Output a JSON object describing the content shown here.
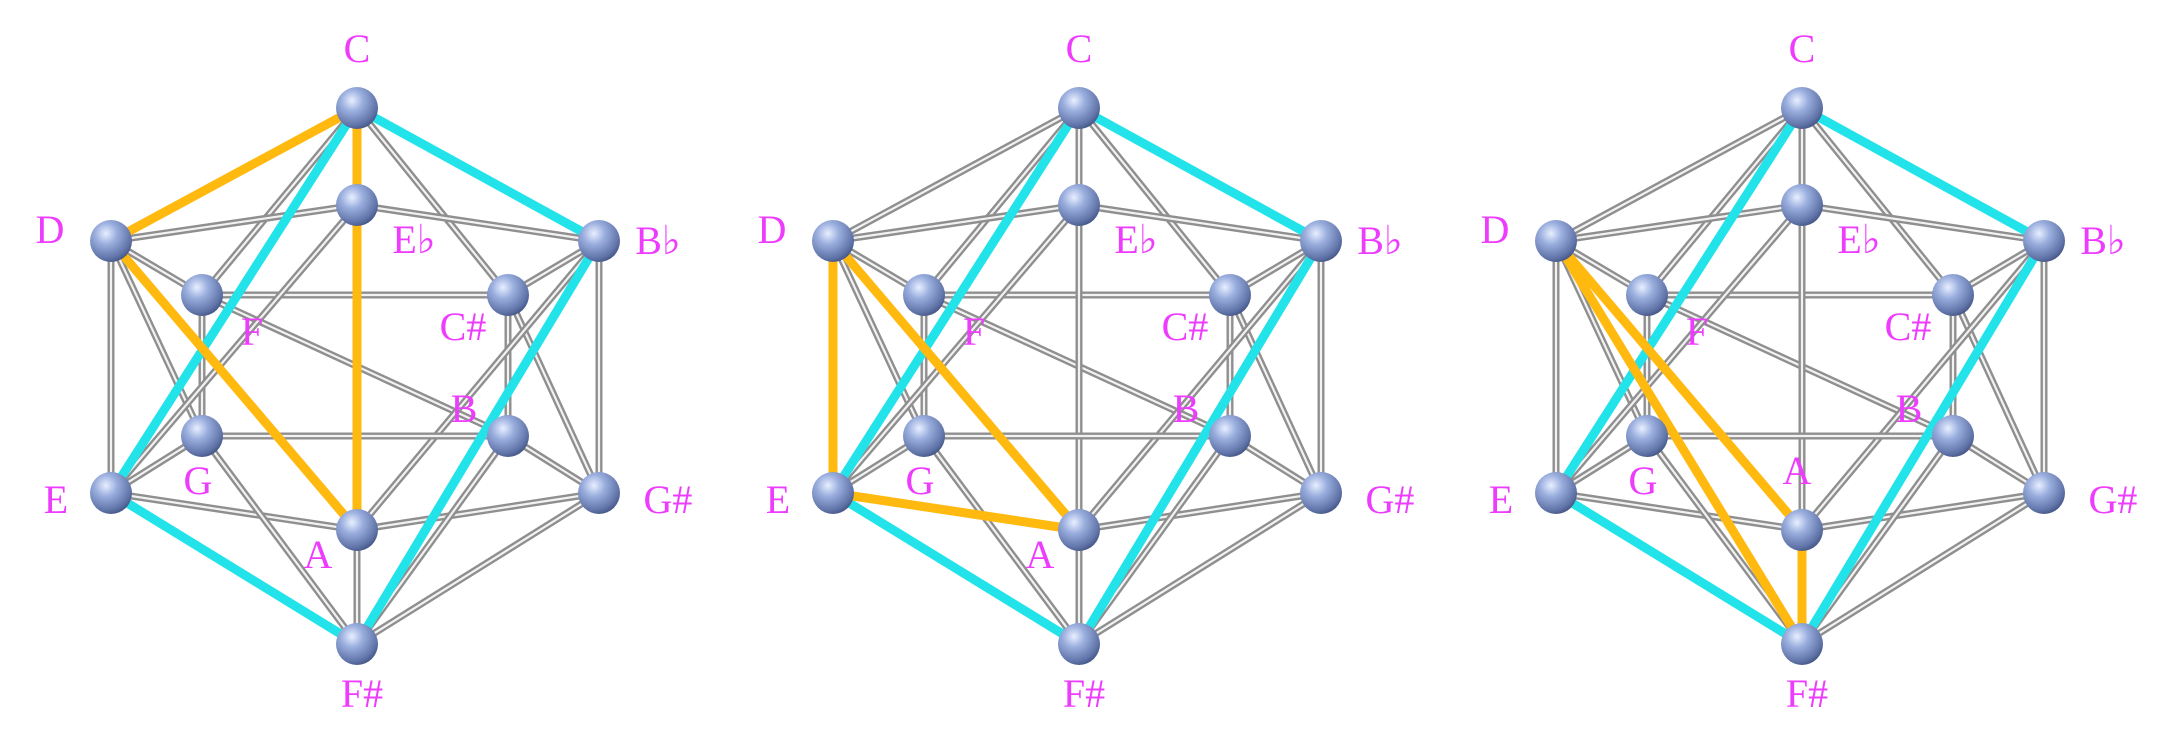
{
  "diagrams": [
    {
      "id": "icosahedron-1",
      "vertices": [
        "C",
        "D",
        "E♭",
        "B♭",
        "F",
        "C#",
        "E",
        "G",
        "B",
        "G#",
        "A",
        "F#"
      ],
      "cyan_edges": [
        [
          "C",
          "B♭"
        ],
        [
          "C",
          "E"
        ],
        [
          "E",
          "F#"
        ],
        [
          "F#",
          "B♭"
        ]
      ],
      "orange_edges": [
        [
          "C",
          "D"
        ],
        [
          "D",
          "A"
        ],
        [
          "C",
          "A"
        ]
      ]
    },
    {
      "id": "icosahedron-2",
      "vertices": [
        "C",
        "D",
        "E♭",
        "B♭",
        "F",
        "C#",
        "E",
        "G",
        "B",
        "G#",
        "A",
        "F#"
      ],
      "cyan_edges": [
        [
          "C",
          "B♭"
        ],
        [
          "C",
          "E"
        ],
        [
          "E",
          "F#"
        ],
        [
          "F#",
          "B♭"
        ]
      ],
      "orange_edges": [
        [
          "D",
          "E"
        ],
        [
          "E",
          "A"
        ],
        [
          "D",
          "A"
        ]
      ]
    },
    {
      "id": "icosahedron-3",
      "vertices": [
        "C",
        "D",
        "E♭",
        "B♭",
        "F",
        "C#",
        "E",
        "G",
        "B",
        "G#",
        "A",
        "F#"
      ],
      "cyan_edges": [
        [
          "C",
          "B♭"
        ],
        [
          "C",
          "E"
        ],
        [
          "E",
          "F#"
        ],
        [
          "F#",
          "B♭"
        ]
      ],
      "orange_edges": [
        [
          "D",
          "A"
        ],
        [
          "D",
          "F#"
        ],
        [
          "A",
          "F#"
        ]
      ]
    }
  ],
  "colors": {
    "label": "#ee3cff",
    "cyan_edge": "#22e3ea",
    "orange_edge": "#ffb90f",
    "frame_edge": "#8f8f8f",
    "node": "#7f93c6"
  }
}
